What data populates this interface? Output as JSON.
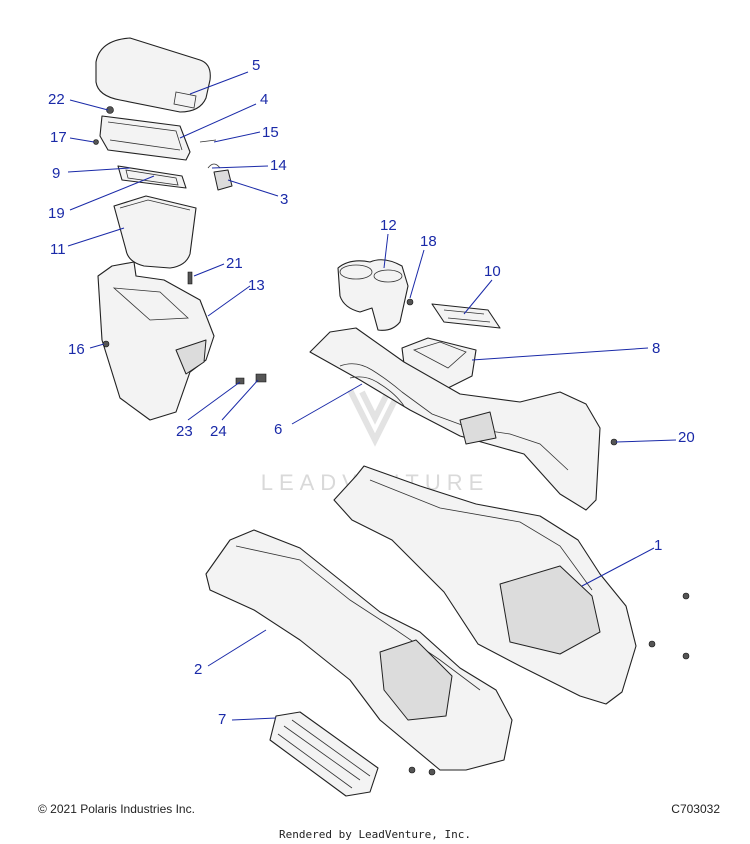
{
  "diagram": {
    "callouts": [
      {
        "id": "1",
        "label": "1"
      },
      {
        "id": "2",
        "label": "2"
      },
      {
        "id": "3",
        "label": "3"
      },
      {
        "id": "4",
        "label": "4"
      },
      {
        "id": "5",
        "label": "5"
      },
      {
        "id": "6",
        "label": "6"
      },
      {
        "id": "7",
        "label": "7"
      },
      {
        "id": "8",
        "label": "8"
      },
      {
        "id": "9",
        "label": "9"
      },
      {
        "id": "10",
        "label": "10"
      },
      {
        "id": "11",
        "label": "11"
      },
      {
        "id": "12",
        "label": "12"
      },
      {
        "id": "13",
        "label": "13"
      },
      {
        "id": "14",
        "label": "14"
      },
      {
        "id": "15",
        "label": "15"
      },
      {
        "id": "16",
        "label": "16"
      },
      {
        "id": "17",
        "label": "17"
      },
      {
        "id": "18",
        "label": "18"
      },
      {
        "id": "19",
        "label": "19"
      },
      {
        "id": "20",
        "label": "20"
      },
      {
        "id": "21",
        "label": "21"
      },
      {
        "id": "22",
        "label": "22"
      },
      {
        "id": "23",
        "label": "23"
      },
      {
        "id": "24",
        "label": "24"
      }
    ],
    "watermark": "LEADVENTURE",
    "colors": {
      "callout": "#1a2aa8",
      "line_art": "#222222",
      "watermark": "#d9d9d9"
    }
  },
  "footer": {
    "copyright": "© 2021 Polaris Industries Inc.",
    "code": "C703032",
    "rendered_by": "Rendered by LeadVenture, Inc."
  }
}
